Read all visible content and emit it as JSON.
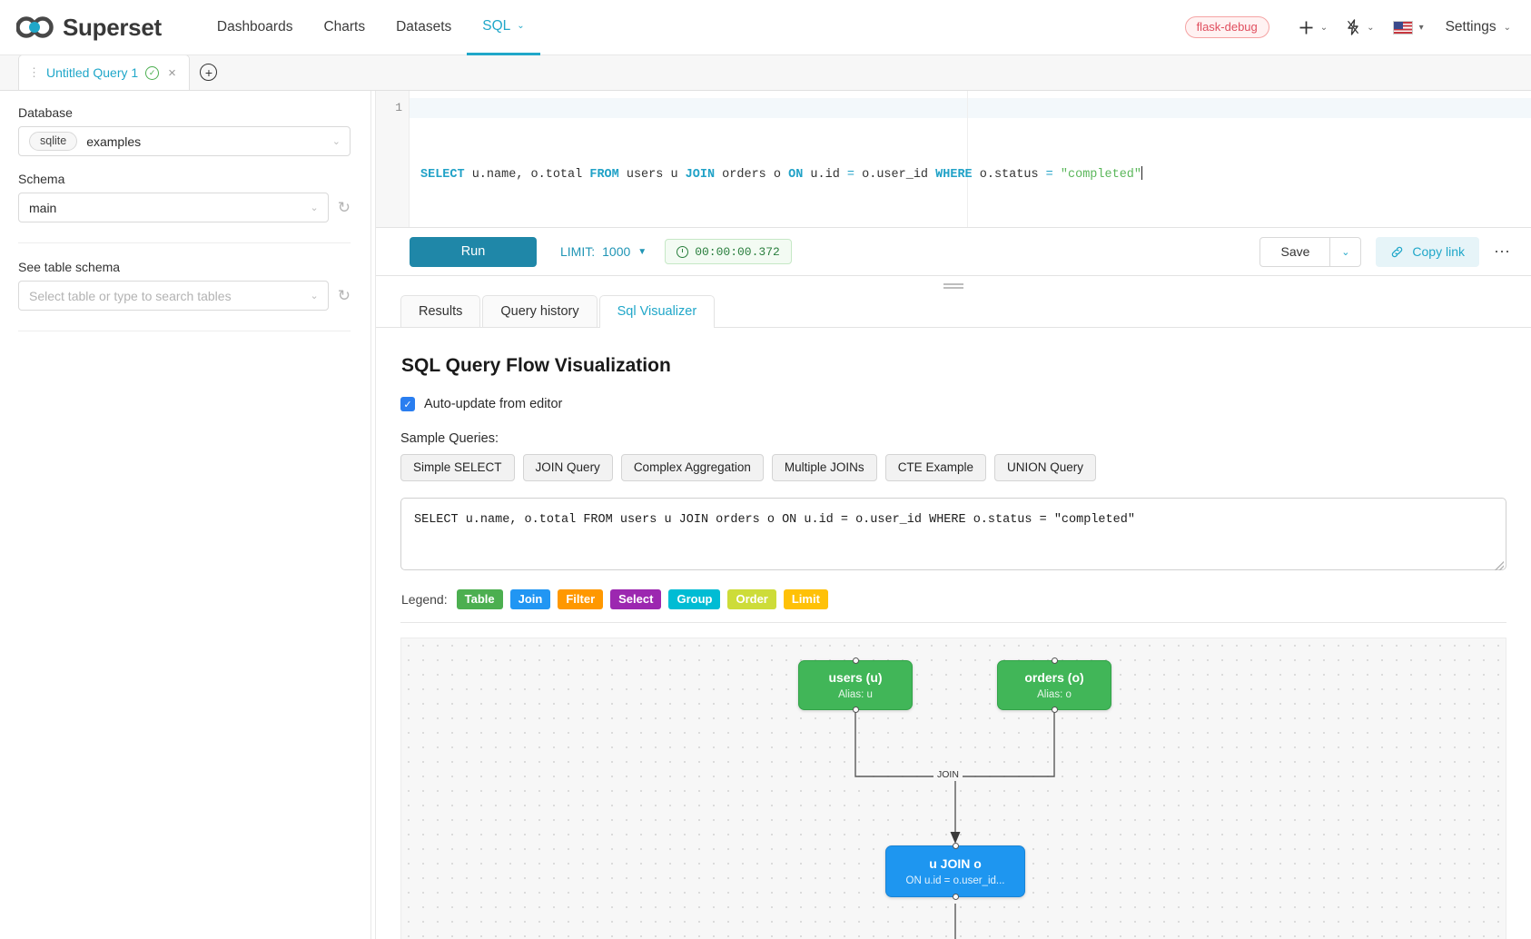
{
  "navbar": {
    "brand": "Superset",
    "brand_icon": "infinity-logo-icon",
    "links": [
      {
        "label": "Dashboards",
        "active": false,
        "caret": false
      },
      {
        "label": "Charts",
        "active": false,
        "caret": false
      },
      {
        "label": "Datasets",
        "active": false,
        "caret": false
      },
      {
        "label": "SQL",
        "active": true,
        "caret": true
      }
    ],
    "debug_badge": "flask-debug",
    "plus_icon": "plus-icon",
    "bolt_icon": "bolt-icon",
    "flag_icon": "us-flag-icon",
    "settings_label": "Settings",
    "caret_glyph": "⌄",
    "caret_small_glyph": "▾"
  },
  "tabstrip": {
    "tab_label": "Untitled Query 1",
    "grip_icon": "drag-grip-icon",
    "status_icon": "check-circle-icon",
    "close_icon": "close-icon",
    "add_icon": "plus-circle-icon",
    "check_glyph": "✓",
    "close_glyph": "×",
    "plus_glyph": "+"
  },
  "left_panel": {
    "database_label": "Database",
    "database_pill": "sqlite",
    "database_value": "examples",
    "schema_label": "Schema",
    "schema_value": "main",
    "table_label": "See table schema",
    "table_placeholder": "Select table or type to search tables",
    "refresh_icon": "refresh-icon",
    "refresh_glyph": "↻",
    "caret_glyph": "⌄"
  },
  "editor": {
    "line_number": "1",
    "sql_tokens": [
      {
        "t": "SELECT",
        "k": "kw"
      },
      {
        "t": " u.name, o.total ",
        "k": ""
      },
      {
        "t": "FROM",
        "k": "kw"
      },
      {
        "t": " users u ",
        "k": ""
      },
      {
        "t": "JOIN",
        "k": "kw"
      },
      {
        "t": " orders o ",
        "k": ""
      },
      {
        "t": "ON",
        "k": "kw"
      },
      {
        "t": " u.id ",
        "k": ""
      },
      {
        "t": "=",
        "k": "op"
      },
      {
        "t": " o.user_id ",
        "k": ""
      },
      {
        "t": "WHERE",
        "k": "kw"
      },
      {
        "t": " o.status ",
        "k": ""
      },
      {
        "t": "=",
        "k": "op"
      },
      {
        "t": " ",
        "k": ""
      },
      {
        "t": "\"completed\"",
        "k": "str"
      }
    ]
  },
  "toolbar": {
    "run_label": "Run",
    "limit_prefix": "LIMIT:",
    "limit_value": "1000",
    "limit_caret": "▼",
    "timer_value": "00:00:00.372",
    "clock_icon": "clock-icon",
    "save_label": "Save",
    "save_caret": "⌄",
    "copy_link_label": "Copy link",
    "link_icon": "link-icon",
    "more_icon": "more-horizontal-icon",
    "more_glyph": "⋯"
  },
  "result_tabs": [
    {
      "label": "Results",
      "active": false
    },
    {
      "label": "Query history",
      "active": false
    },
    {
      "label": "Sql Visualizer",
      "active": true
    }
  ],
  "visualizer": {
    "title": "SQL Query Flow Visualization",
    "auto_update_label": "Auto-update from editor",
    "auto_update_checked": true,
    "check_glyph": "✓",
    "sample_label": "Sample Queries:",
    "sample_buttons": [
      "Simple SELECT",
      "JOIN Query",
      "Complex Aggregation",
      "Multiple JOINs",
      "CTE Example",
      "UNION Query"
    ],
    "query_text": "SELECT u.name, o.total FROM users u JOIN orders o ON u.id = o.user_id WHERE o.status = \"completed\"",
    "legend_label": "Legend:",
    "legend_items": [
      {
        "label": "Table",
        "color": "#4caf50"
      },
      {
        "label": "Join",
        "color": "#2196f3"
      },
      {
        "label": "Filter",
        "color": "#ff9800"
      },
      {
        "label": "Select",
        "color": "#9c27b0"
      },
      {
        "label": "Group",
        "color": "#00bcd4"
      },
      {
        "label": "Order",
        "color": "#cddc39"
      },
      {
        "label": "Limit",
        "color": "#ffc107"
      }
    ],
    "graph": {
      "nodes": [
        {
          "id": "users",
          "title": "users (u)",
          "sub": "Alias: u",
          "kind": "table"
        },
        {
          "id": "orders",
          "title": "orders (o)",
          "sub": "Alias: o",
          "kind": "table"
        },
        {
          "id": "join",
          "title": "u JOIN o",
          "sub": "ON u.id = o.user_id...",
          "kind": "join"
        }
      ],
      "edges": [
        {
          "from": "users",
          "to": "join",
          "label": ""
        },
        {
          "from": "orders",
          "to": "join",
          "label": "JOIN"
        }
      ]
    }
  }
}
